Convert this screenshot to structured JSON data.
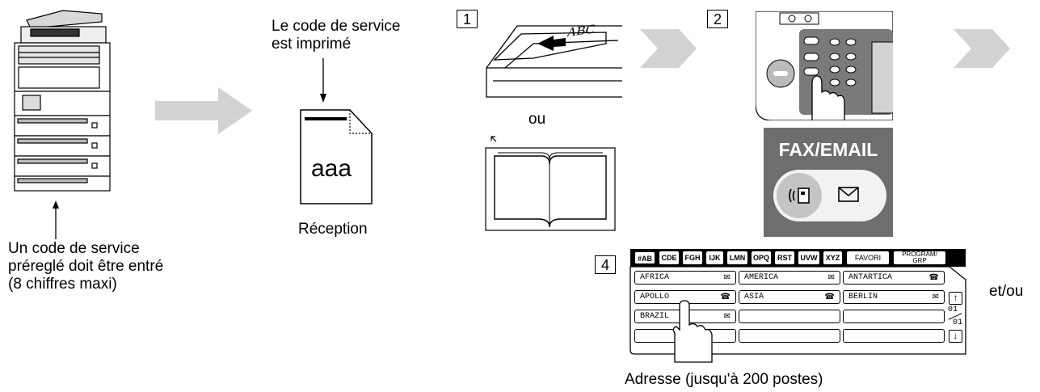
{
  "machine": {
    "caption_lines": [
      "Un code de service",
      "préreglé doit être entré",
      "(8 chiffres maxi)"
    ]
  },
  "printout": {
    "caption_lines": [
      "Le code de service",
      "est imprimé"
    ],
    "document_text": "aaa",
    "label": "Réception"
  },
  "step1": {
    "number": "1",
    "adf_text": "ABC",
    "or_label": "ou"
  },
  "step2": {
    "number": "2",
    "fax_email_label": "FAX/EMAIL"
  },
  "step4": {
    "number": "4",
    "tabs": [
      "#AB",
      "CDE",
      "FGH",
      "IJK",
      "LMN",
      "OPQ",
      "RST",
      "UVW",
      "XYZ",
      "FAVORI",
      "PROGRAM/ GRP"
    ],
    "rows": [
      [
        {
          "name": "AFRICA",
          "icon": "email-icon"
        },
        {
          "name": "AMERICA",
          "icon": "email-icon"
        },
        {
          "name": "ANTARTICA",
          "icon": "phone-icon"
        }
      ],
      [
        {
          "name": "APOLLO",
          "icon": "phone-icon"
        },
        {
          "name": "ASIA",
          "icon": "phone-icon"
        },
        {
          "name": "BERLIN",
          "icon": "email-icon"
        }
      ],
      [
        {
          "name": "BRAZIL",
          "icon": "email-icon"
        },
        {
          "name": "",
          "icon": ""
        },
        {
          "name": "",
          "icon": ""
        }
      ],
      [
        {
          "name": "",
          "icon": ""
        },
        {
          "name": "",
          "icon": ""
        },
        {
          "name": "",
          "icon": ""
        }
      ]
    ],
    "page_current": "01",
    "page_total": "01",
    "and_or_label": "et/ou",
    "caption": "Adresse (jusqu'à 200 postes)"
  },
  "colors": {
    "flow_arrow": "#d2d2d2",
    "panel_dark": "#6e6e6e",
    "panel_light": "#d6d6d6"
  }
}
